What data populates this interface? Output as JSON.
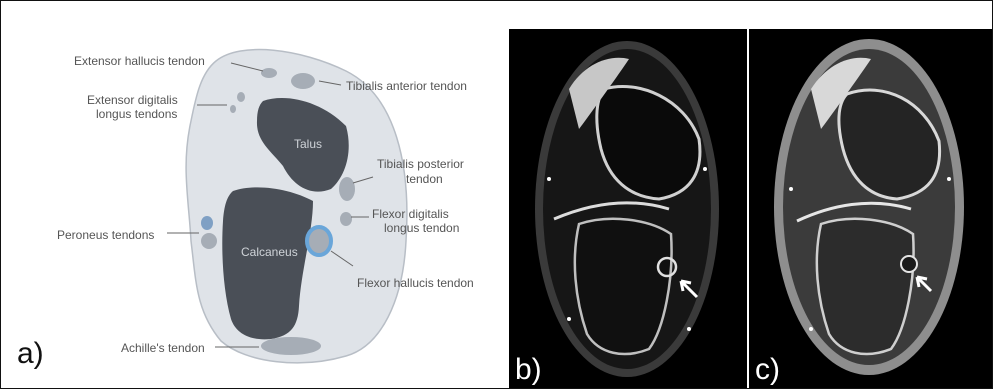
{
  "panel_a": {
    "letter": "a)",
    "labels": {
      "extensor_hallucis": "Extensor hallucis  tendon",
      "extensor_digitalis_1": "Extensor digitalis",
      "extensor_digitalis_2": "longus tendons",
      "tibialis_anterior": "Tibialis anterior tendon",
      "talus": "Talus",
      "tibialis_posterior_1": "Tibialis posterior",
      "tibialis_posterior_2": "tendon",
      "flexor_digitalis_1": "Flexor digitalis",
      "flexor_digitalis_2": "longus tendon",
      "peroneus": "Peroneus tendons",
      "calcaneus": "Calcaneus",
      "flexor_hallucis": "Flexor hallucis tendon",
      "achilles": "Achille's tendon"
    }
  },
  "panel_b": {
    "letter": "b)"
  },
  "panel_c": {
    "letter": "c)"
  },
  "colors": {
    "ankle_fill": "#dfe3e8",
    "bone": "#4a4f57",
    "tendon": "#a6adb6",
    "flexor_hallucis_highlight": "#6aa6d9",
    "mri_background": "#000000"
  }
}
